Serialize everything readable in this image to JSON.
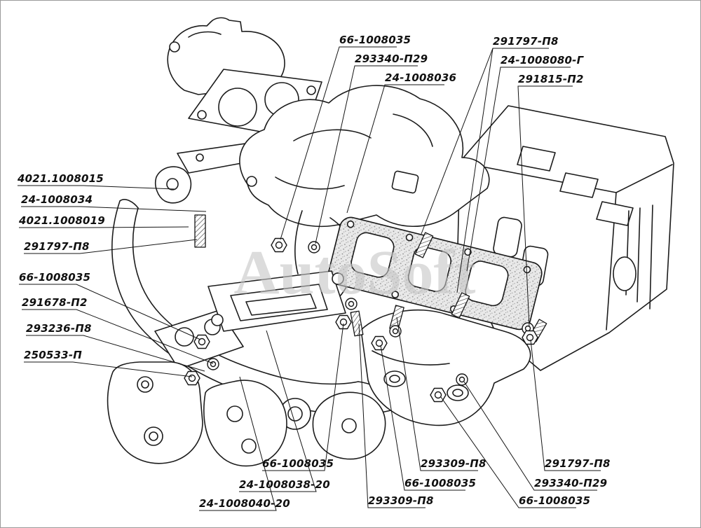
{
  "watermark": "AutoSoft",
  "labels": [
    {
      "text": "66-1008035"
    },
    {
      "text": "293340-П29"
    },
    {
      "text": "24-1008036"
    },
    {
      "text": "291797-П8"
    },
    {
      "text": "24-1008080-Г"
    },
    {
      "text": "291815-П2"
    },
    {
      "text": "4021.1008015"
    },
    {
      "text": "24-1008034"
    },
    {
      "text": "4021.1008019"
    },
    {
      "text": "291797-П8"
    },
    {
      "text": "66-1008035"
    },
    {
      "text": "291678-П2"
    },
    {
      "text": "293236-П8"
    },
    {
      "text": "250533-П"
    },
    {
      "text": "66-1008035"
    },
    {
      "text": "24-1008038-20"
    },
    {
      "text": "24-1008040-20"
    },
    {
      "text": "293309-П8"
    },
    {
      "text": "66-1008035"
    },
    {
      "text": "293309-П8"
    },
    {
      "text": "291797-П8"
    },
    {
      "text": "293340-П29"
    },
    {
      "text": "66-1008035"
    }
  ]
}
